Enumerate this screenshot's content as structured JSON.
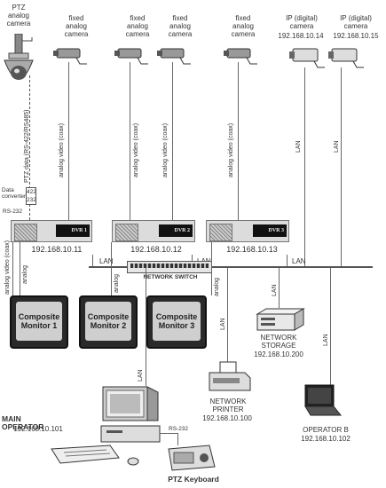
{
  "diagram": {
    "ptz_camera_label": "PTZ\nanalog\ncamera",
    "cameras": [
      {
        "label": "fixed\nanalog\ncamera"
      },
      {
        "label": "fixed\nanalog\ncamera"
      },
      {
        "label": "fixed\nanalog\ncamera"
      },
      {
        "label": "fixed\nanalog\ncamera"
      },
      {
        "label": "IP (digital)\ncamera",
        "ip": "192.168.10.14"
      },
      {
        "label": "IP (digital)\ncamera",
        "ip": "192.168.10.15"
      }
    ],
    "link_labels": {
      "analog_video": "analog video (coax)",
      "ptz_data": "PTZ data (RS-422/RS485)",
      "lan": "LAN",
      "rs232": "RS-232",
      "analog": "analog"
    },
    "converter": {
      "label": "Data\nconverter",
      "top": "422",
      "bottom": "232"
    },
    "dvrs": [
      {
        "name": "DVR 1",
        "ip": "192.168.10.11"
      },
      {
        "name": "DVR 2",
        "ip": "192.168.10.12"
      },
      {
        "name": "DVR 3",
        "ip": "192.168.10.13"
      }
    ],
    "switch_label": "NETWORK SWITCH",
    "monitors": [
      {
        "label": "Composite\nMonitor 1"
      },
      {
        "label": "Composite\nMonitor 2"
      },
      {
        "label": "Composite\nMonitor 3"
      }
    ],
    "storage": {
      "label": "NETWORK\nSTORAGE",
      "ip": "192.168.10.200"
    },
    "printer": {
      "label": "NETWORK\nPRINTER",
      "ip": "192.168.10.100"
    },
    "main_operator": {
      "label": "MAIN OPERATOR",
      "ip": "192.168.10.101"
    },
    "operator_b": {
      "label": "OPERATOR B",
      "ip": "192.168.10.102"
    },
    "ptz_keyboard": "PTZ Keyboard"
  }
}
